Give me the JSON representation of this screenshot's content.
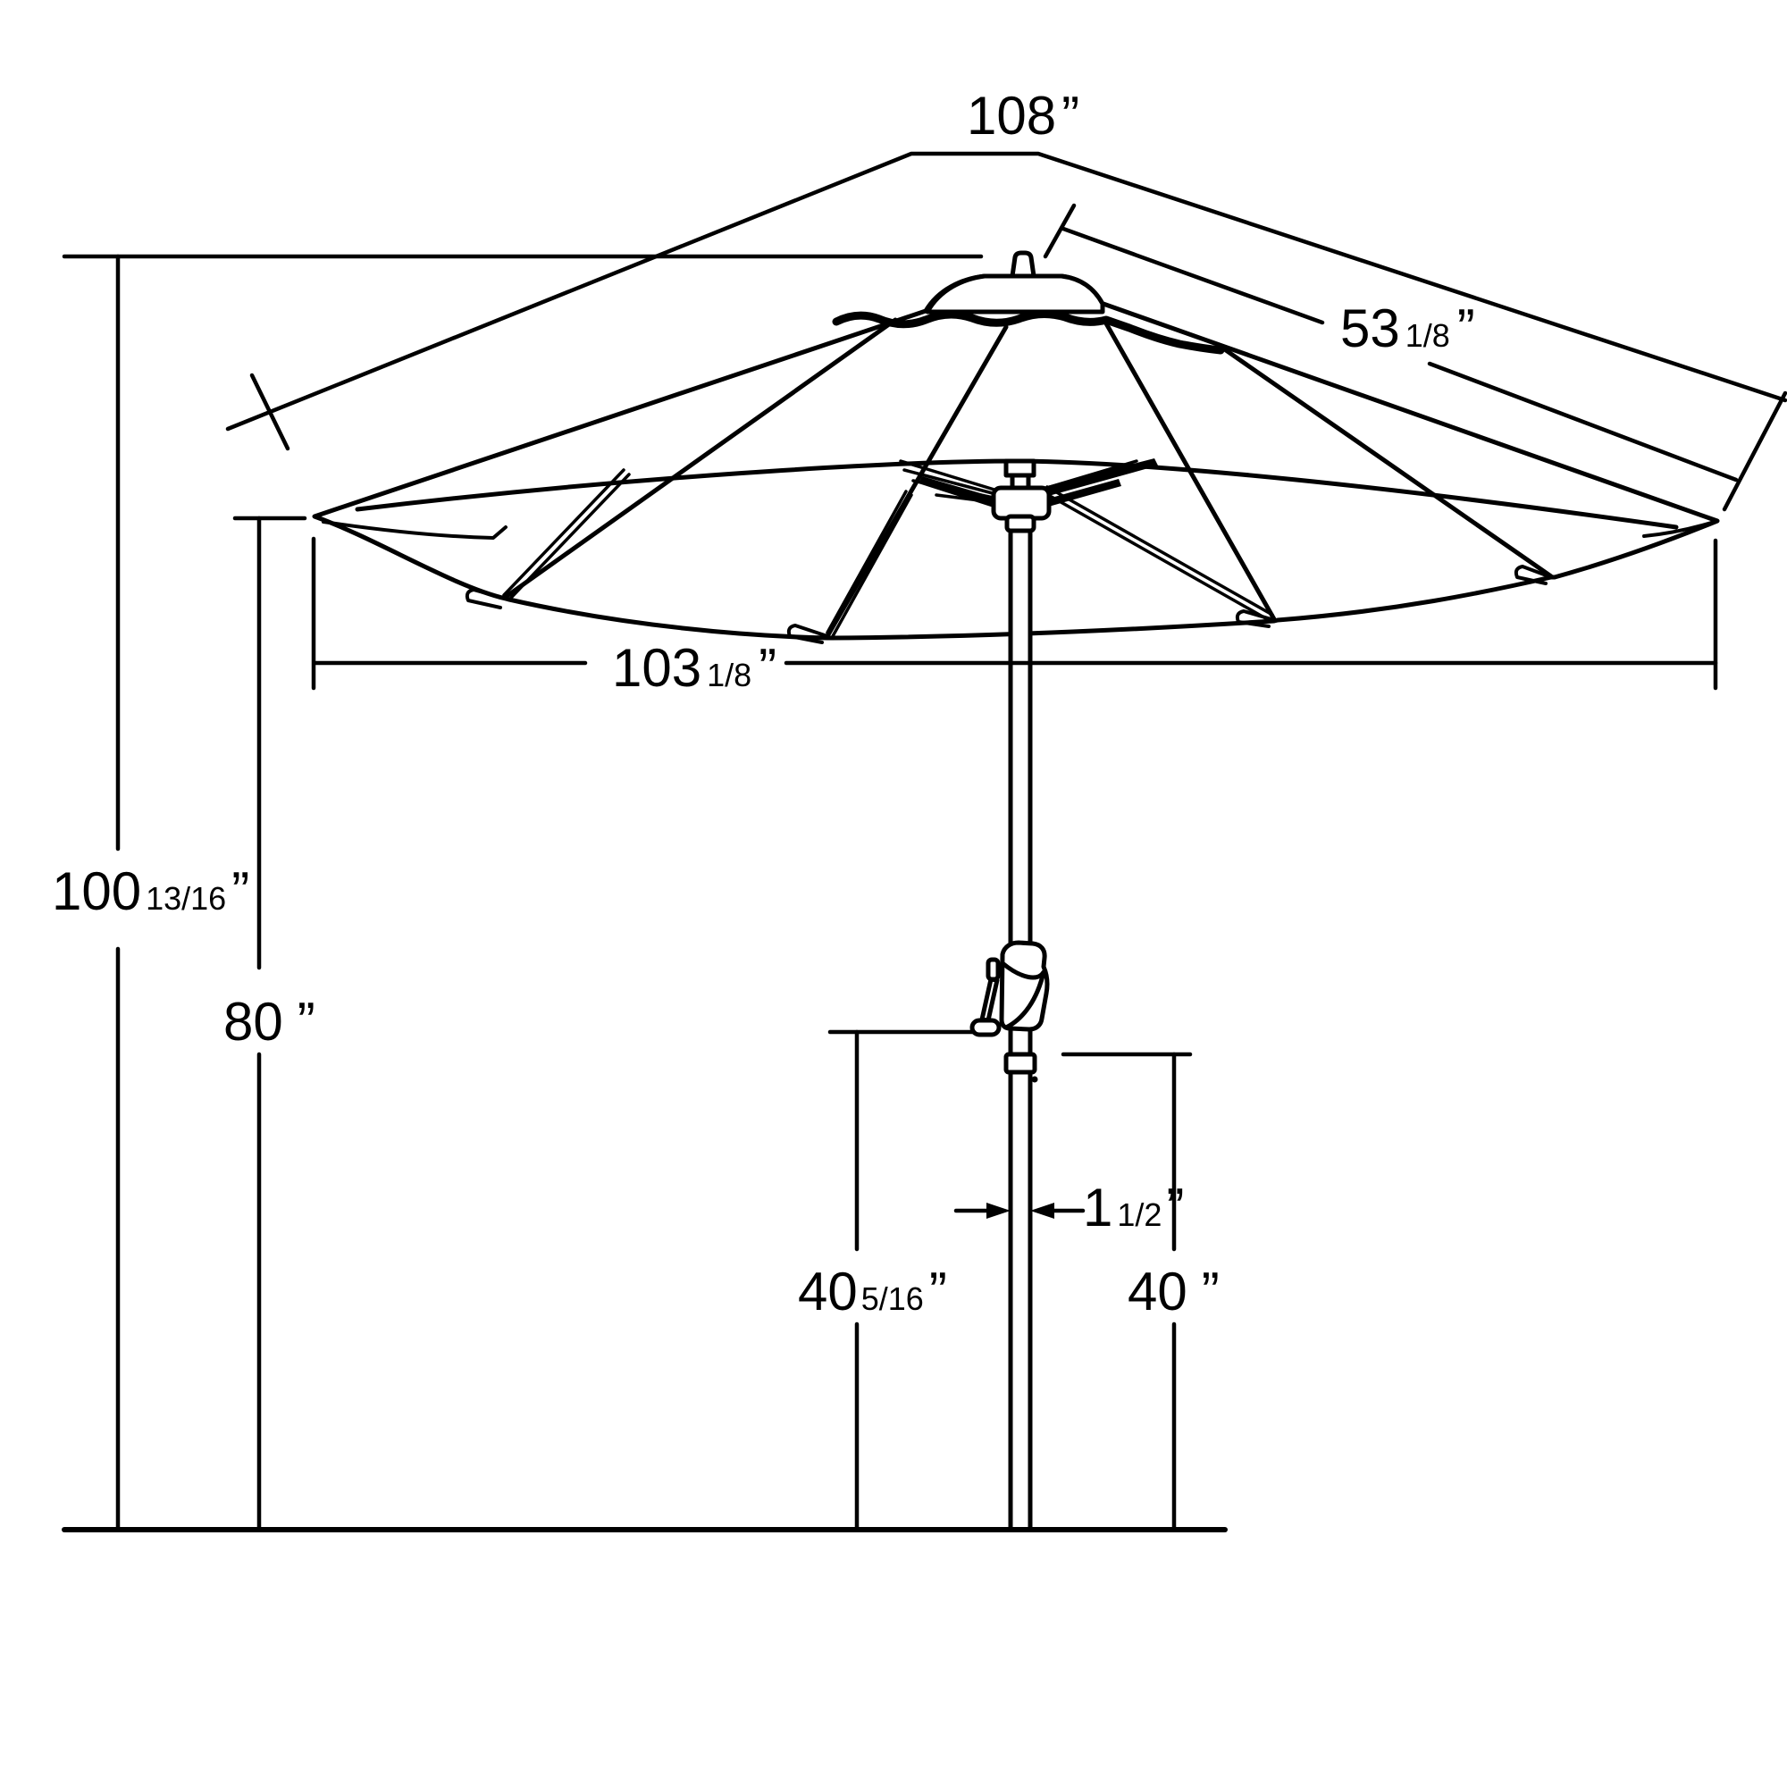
{
  "diagram": {
    "type": "patio-umbrella-dimension-drawing"
  },
  "colors": {
    "line": "#000000",
    "background": "#ffffff"
  },
  "labels": {
    "canopy_diameter": {
      "value": "108",
      "unit": "”"
    },
    "rib_length": {
      "value": "53",
      "fraction": "1/8",
      "unit": "”"
    },
    "canopy_spread": {
      "value": "103",
      "fraction": "1/8",
      "unit": "”"
    },
    "overall_height": {
      "value": "100",
      "fraction": "13/16",
      "unit": "”"
    },
    "clearance_height": {
      "value": "80",
      "unit": "”"
    },
    "pole_diameter": {
      "value": "1",
      "fraction": "1/2",
      "unit": "”"
    },
    "crank_height": {
      "value": "40",
      "fraction": "5/16",
      "unit": "”"
    },
    "collar_height": {
      "value": "40",
      "unit": "”"
    }
  }
}
